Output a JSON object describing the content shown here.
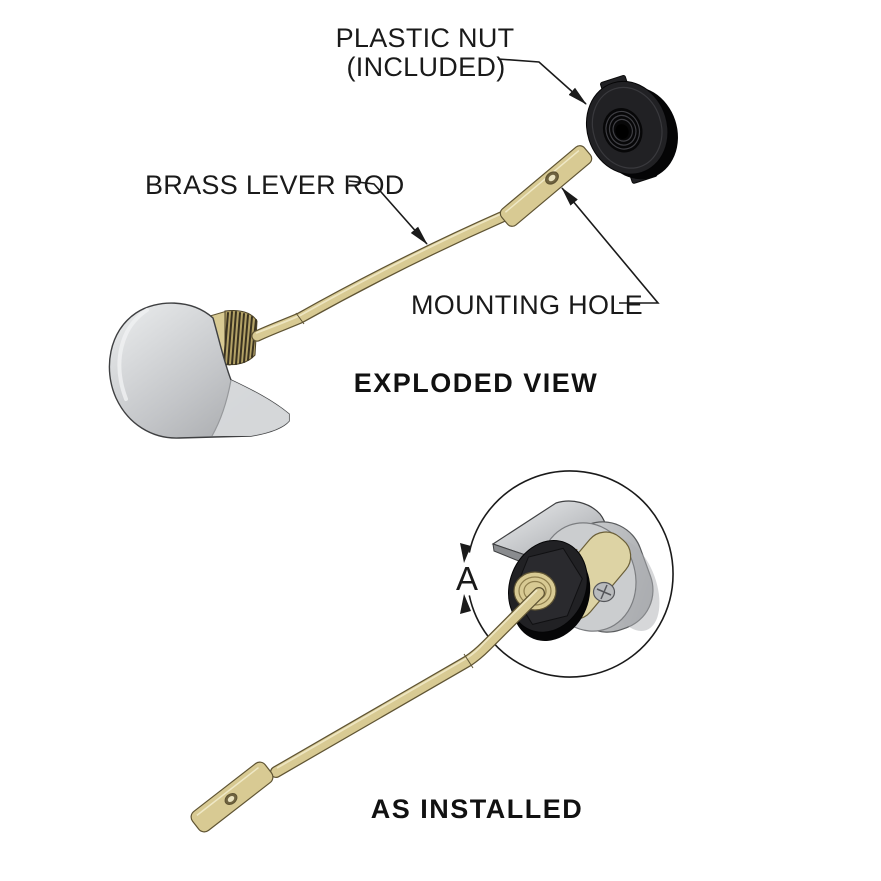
{
  "view": {
    "exploded": {
      "caption": "EXPLODED VIEW",
      "labels": {
        "plastic_nut_line1": "PLASTIC NUT",
        "plastic_nut_line2": "(INCLUDED)",
        "brass_lever_rod": "BRASS LEVER ROD",
        "mounting_hole": "MOUNTING HOLE"
      }
    },
    "installed": {
      "caption": "AS INSTALLED",
      "labels": {
        "detail_marker": "A"
      }
    }
  },
  "colors": {
    "background": "#ffffff",
    "line": "#1a1a1a",
    "text": "#1a1a1a",
    "brass": "#d8ca93",
    "brass_outline": "#5f5433",
    "brass_highlight": "#efe8c6",
    "handle_gray": "#c7c9cb",
    "handle_gray_dark": "#97999c",
    "nut_black": "#212124",
    "plate_tan": "#ddd3a4",
    "screw_gray": "#b9bbbd"
  }
}
